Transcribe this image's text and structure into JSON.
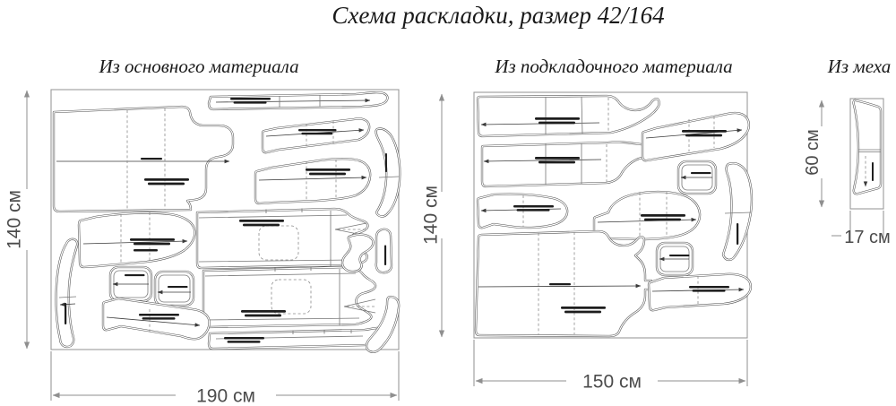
{
  "title": "Схема раскладки, размер 42/164",
  "sections": [
    {
      "id": "main",
      "header": "Из основного материала",
      "width_label": "190 см",
      "height_label": "140 см"
    },
    {
      "id": "lining",
      "header": "Из подкладочного материала",
      "width_label": "150 см",
      "height_label": "140 см"
    },
    {
      "id": "fur",
      "header": "Из меха",
      "width_label": "17 см",
      "height_label": "60 см"
    }
  ],
  "colors": {
    "piece_outline": "#4f4f4f",
    "dimension_lines": "#8f8f8f",
    "dimension_text": "#4c4c4c",
    "heading_text": "#1a1a1a",
    "background": "#ffffff"
  }
}
